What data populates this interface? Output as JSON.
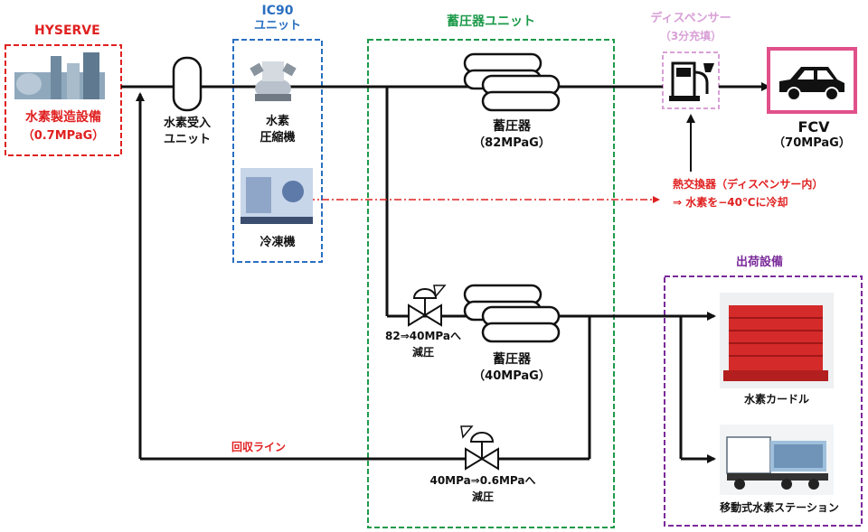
{
  "colors": {
    "hyserve": "#e02020",
    "ic90": "#2a6fc0",
    "storage": "#1d9a4a",
    "dispenser": "#d8a0d6",
    "shipping": "#7a2a9a",
    "fcv_frame": "#e0508a",
    "flow_line": "#111111",
    "return_line_label": "#e02020",
    "heat_exchange_line": "#e02020"
  },
  "hyserve": {
    "title": "HYSERVE",
    "name": "水素製造設備",
    "pressure": "（0.7MPaG）"
  },
  "receiving_unit": {
    "line1": "水素受入",
    "line2": "ユニット"
  },
  "ic90": {
    "title_line1": "IC90",
    "title_line2": "ユニット",
    "compressor_line1": "水素",
    "compressor_line2": "圧縮機",
    "chiller": "冷凍機"
  },
  "storage_unit": {
    "title": "蓄圧器ユニット",
    "high_tank_name": "蓄圧器",
    "high_tank_pressure": "（82MPaG）",
    "low_tank_name": "蓄圧器",
    "low_tank_pressure": "（40MPaG）",
    "valve1_line1": "82⇒40MPaへ",
    "valve1_line2": "減圧",
    "valve2_line1": "40MPa⇒0.6MPaへ",
    "valve2_line2": "減圧"
  },
  "dispenser": {
    "title_line1": "ディスペンサー",
    "title_line2": "（3分充填）",
    "icon": "fuel-pump-icon"
  },
  "fcv": {
    "name": "FCV",
    "pressure": "（70MPaG）",
    "icon": "car-icon"
  },
  "heat_exchanger": {
    "line1": "熱交換器（ディスペンサー内）",
    "line2": "⇒ 水素を−40℃に冷却"
  },
  "return_line": {
    "label": "回収ライン"
  },
  "shipping": {
    "title": "出荷設備",
    "curdle": "水素カードル",
    "mobile_station": "移動式水素ステーション"
  }
}
